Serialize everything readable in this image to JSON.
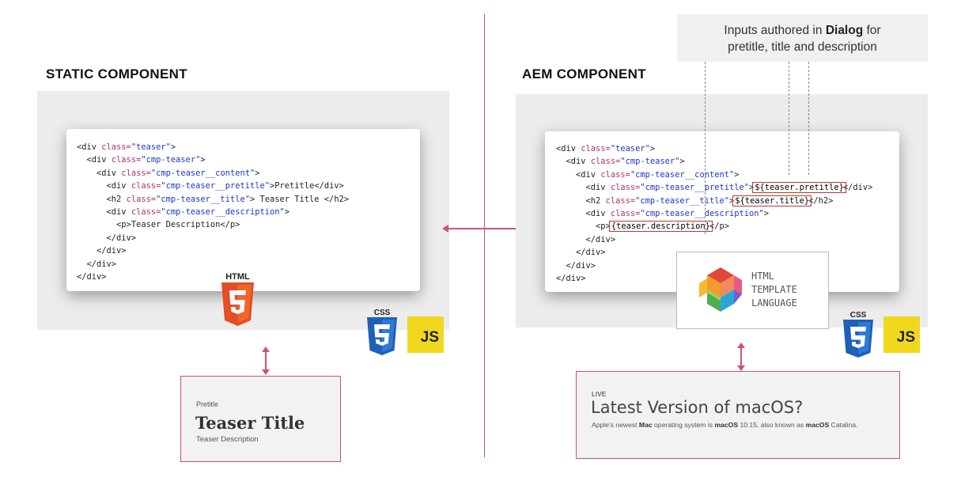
{
  "left": {
    "heading": "STATIC COMPONENT",
    "code_lines": [
      [
        {
          "t": "tag",
          "v": "<div "
        },
        {
          "t": "attr",
          "v": "class="
        },
        {
          "t": "str",
          "v": "\"teaser\""
        },
        {
          "t": "tag",
          "v": ">"
        }
      ],
      [
        {
          "t": "tag",
          "v": "  <div "
        },
        {
          "t": "attr",
          "v": "class="
        },
        {
          "t": "str",
          "v": "\"cmp-teaser\""
        },
        {
          "t": "tag",
          "v": ">"
        }
      ],
      [
        {
          "t": "tag",
          "v": "    <div "
        },
        {
          "t": "attr",
          "v": "class="
        },
        {
          "t": "str",
          "v": "\"cmp-teaser__content\""
        },
        {
          "t": "tag",
          "v": ">"
        }
      ],
      [
        {
          "t": "tag",
          "v": "      <div "
        },
        {
          "t": "attr",
          "v": "class="
        },
        {
          "t": "str",
          "v": "\"cmp-teaser__pretitle\""
        },
        {
          "t": "tag",
          "v": ">Pretitle</div>"
        }
      ],
      [
        {
          "t": "tag",
          "v": "      <h2 "
        },
        {
          "t": "attr",
          "v": "class="
        },
        {
          "t": "str",
          "v": "\"cmp-teaser__title\""
        },
        {
          "t": "tag",
          "v": "> Teaser Title </h2>"
        }
      ],
      [
        {
          "t": "tag",
          "v": "      <div "
        },
        {
          "t": "attr",
          "v": "class="
        },
        {
          "t": "str",
          "v": "\"cmp-teaser__description\""
        },
        {
          "t": "tag",
          "v": ">"
        }
      ],
      [
        {
          "t": "tag",
          "v": "        <p>Teaser Description</p>"
        }
      ],
      [
        {
          "t": "tag",
          "v": "      </div>"
        }
      ],
      [
        {
          "t": "tag",
          "v": "    </div>"
        }
      ],
      [
        {
          "t": "tag",
          "v": "  </div>"
        }
      ],
      [
        {
          "t": "tag",
          "v": "</div>"
        }
      ]
    ],
    "html5_label": "HTML",
    "css_label": "CSS",
    "js_label": "JS",
    "result": {
      "pretitle": "Pretitle",
      "title": "Teaser Title",
      "description": "Teaser Description"
    }
  },
  "right": {
    "heading": "AEM COMPONENT",
    "dialog_note_prefix": "Inputs authored in ",
    "dialog_note_bold": "Dialog",
    "dialog_note_suffix": " for",
    "dialog_note_line2": "pretitle, title and description",
    "code_lines": [
      [
        {
          "t": "tag",
          "v": "<div "
        },
        {
          "t": "attr",
          "v": "class="
        },
        {
          "t": "str",
          "v": "\"teaser\""
        },
        {
          "t": "tag",
          "v": ">"
        }
      ],
      [
        {
          "t": "tag",
          "v": "  <div "
        },
        {
          "t": "attr",
          "v": "class="
        },
        {
          "t": "str",
          "v": "\"cmp-teaser\""
        },
        {
          "t": "tag",
          "v": ">"
        }
      ],
      [
        {
          "t": "tag",
          "v": "    <div "
        },
        {
          "t": "attr",
          "v": "class="
        },
        {
          "t": "str",
          "v": "\"cmp-teaser__content\""
        },
        {
          "t": "tag",
          "v": ">"
        }
      ],
      [
        {
          "t": "tag",
          "v": "      <div "
        },
        {
          "t": "attr",
          "v": "class="
        },
        {
          "t": "str",
          "v": "\"cmp-teaser__pretitle\""
        },
        {
          "t": "tag",
          "v": ">"
        },
        {
          "t": "box",
          "v": "${teaser.pretitle}"
        },
        {
          "t": "tag",
          "v": "</div>"
        }
      ],
      [
        {
          "t": "tag",
          "v": "      <h2 "
        },
        {
          "t": "attr",
          "v": "class="
        },
        {
          "t": "str",
          "v": "\"cmp-teaser__title\""
        },
        {
          "t": "tag",
          "v": ">"
        },
        {
          "t": "box",
          "v": "${teaser.title}"
        },
        {
          "t": "tag",
          "v": "</h2>"
        }
      ],
      [
        {
          "t": "tag",
          "v": "      <div "
        },
        {
          "t": "attr",
          "v": "class="
        },
        {
          "t": "str",
          "v": "\"cmp-teaser__description\""
        },
        {
          "t": "tag",
          "v": ">"
        }
      ],
      [
        {
          "t": "tag",
          "v": "        <p>"
        },
        {
          "t": "box",
          "v": "{teaser.description}"
        },
        {
          "t": "tag",
          "v": "</p>"
        }
      ],
      [
        {
          "t": "tag",
          "v": "      </div>"
        }
      ],
      [
        {
          "t": "tag",
          "v": "    </div>"
        }
      ],
      [
        {
          "t": "tag",
          "v": "  </div>"
        }
      ],
      [
        {
          "t": "tag",
          "v": "</div>"
        }
      ]
    ],
    "htl_lines": [
      "HTML",
      "TEMPLATE",
      "LANGUAGE"
    ],
    "css_label": "CSS",
    "js_label": "JS",
    "result": {
      "pretitle": "LIVE",
      "title": "Latest Version of macOS?",
      "description_parts": [
        {
          "b": false,
          "v": "Apple's newest "
        },
        {
          "b": true,
          "v": "Mac"
        },
        {
          "b": false,
          "v": " operating system is "
        },
        {
          "b": true,
          "v": "macOS"
        },
        {
          "b": false,
          "v": " 10.15, also known as "
        },
        {
          "b": true,
          "v": "macOS"
        },
        {
          "b": false,
          "v": " Catalina."
        }
      ]
    }
  },
  "colors": {
    "accent": "#d0507c",
    "html5": "#e44d26",
    "css3": "#1f5fb8",
    "js": "#f0d81d",
    "code_box": "#c0392b"
  }
}
